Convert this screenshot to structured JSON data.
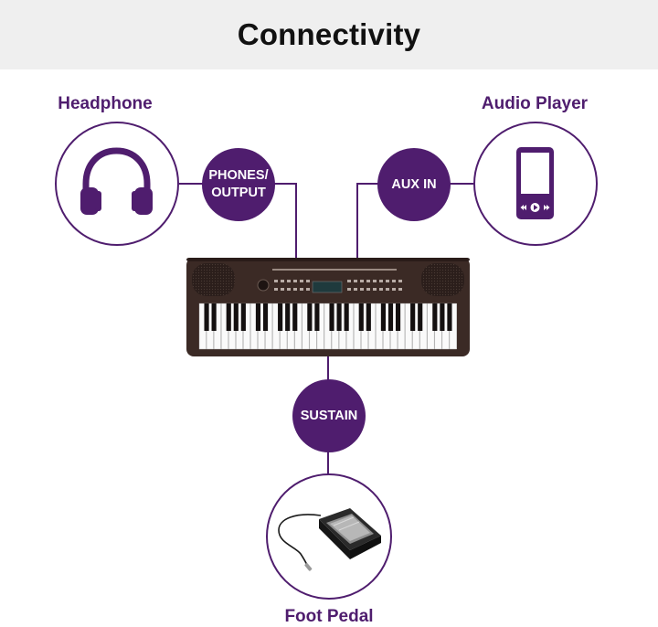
{
  "header": {
    "title": "Connectivity"
  },
  "devices": {
    "headphone": {
      "label": "Headphone",
      "icon": "headphones-icon"
    },
    "audio_player": {
      "label": "Audio Player",
      "icon": "media-player-icon"
    },
    "foot_pedal": {
      "label": "Foot Pedal",
      "icon": "foot-pedal-icon"
    }
  },
  "ports": {
    "phones_output": {
      "line1": "PHONES/",
      "line2": "OUTPUT"
    },
    "aux_in": {
      "label": "AUX IN"
    },
    "sustain": {
      "label": "SUSTAIN"
    }
  },
  "colors": {
    "accent": "#4f1d6e",
    "header_bg": "#efefef",
    "keyboard_body": "#3b2a25"
  }
}
